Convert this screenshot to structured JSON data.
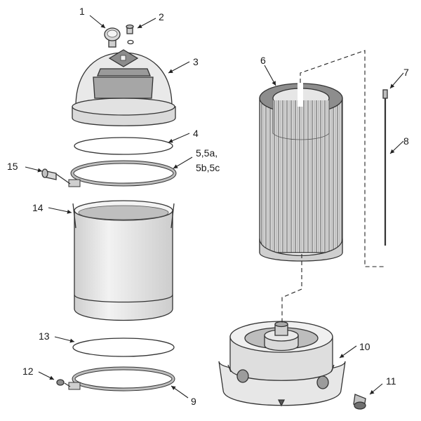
{
  "callouts": [
    {
      "id": "c1",
      "text": "1"
    },
    {
      "id": "c2",
      "text": "2"
    },
    {
      "id": "c3",
      "text": "3"
    },
    {
      "id": "c4",
      "text": "4"
    },
    {
      "id": "c5",
      "text": "5,5a,\n5b,5c"
    },
    {
      "id": "c6",
      "text": "6"
    },
    {
      "id": "c7",
      "text": "7"
    },
    {
      "id": "c8",
      "text": "8"
    },
    {
      "id": "c9",
      "text": "9"
    },
    {
      "id": "c10",
      "text": "10"
    },
    {
      "id": "c11",
      "text": "11"
    },
    {
      "id": "c12",
      "text": "12"
    },
    {
      "id": "c13",
      "text": "13"
    },
    {
      "id": "c14",
      "text": "14"
    },
    {
      "id": "c15",
      "text": "15"
    }
  ],
  "colors": {
    "line": "#222222",
    "fill": "#e6e6e6",
    "dark": "#8a8a8a",
    "ring": "#b9b9b9"
  }
}
